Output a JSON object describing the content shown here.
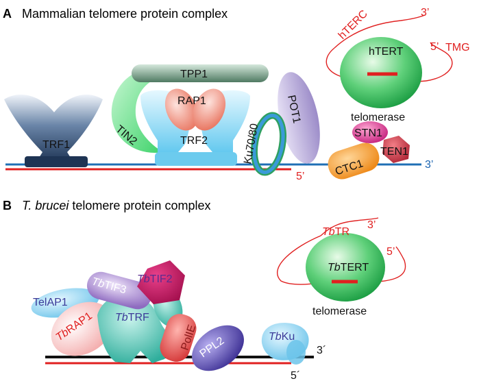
{
  "panel_a": {
    "letter": "A",
    "title": "Mammalian telomere protein complex",
    "proteins": {
      "trf1": "TRF1",
      "tin2": "TIN2",
      "tpp1": "TPP1",
      "rap1": "RAP1",
      "trf2": "TRF2",
      "ku": "Ku70/80",
      "pot1": "POT1",
      "stn1": "STN1",
      "ten1": "TEN1",
      "ctc1": "CTC1"
    },
    "telomerase": {
      "rna": "hTERC",
      "enzyme": "hTERT",
      "cap": "TMG",
      "label": "telomerase",
      "end3": "3’",
      "end5": "5’"
    },
    "dna": {
      "end3": "3’",
      "end5": "5’"
    }
  },
  "panel_b": {
    "letter": "B",
    "title_italic": "T. brucei",
    "title_rest": " telomere protein complex",
    "proteins": {
      "telap1": "TelAP1",
      "tif3_prefix": "Tb",
      "tif3": "TIF3",
      "tif2_prefix": "Tb",
      "tif2": "TIF2",
      "rap1_prefix": "Tb",
      "rap1": "RAP1",
      "trf_prefix": "Tb",
      "trf": "TRF",
      "polle": "PolIE",
      "ppl2": "PPL2",
      "ku_prefix": "Tb",
      "ku": "Ku"
    },
    "telomerase": {
      "rna_prefix": "Tb",
      "rna": "TR",
      "enzyme_prefix": "Tb",
      "enzyme": "TERT",
      "label": "telomerase",
      "end3": "3’",
      "end5": "5’"
    },
    "dna": {
      "end3": "3´",
      "end5": "5´"
    }
  },
  "colors": {
    "dna_blue": "#1f6fb5",
    "dna_red": "#e02020",
    "dna_black": "#111111",
    "telomerase_green": "#2fb85a",
    "trf1_navy": "#2e4a6e",
    "tin2_green": "#6fe08a",
    "tpp1_gray": "#5f8a74",
    "rap1_salmon": "#f08a78",
    "trf2_cyan": "#7fd3f0",
    "ku_blue": "#2f8fd0",
    "pot1_lavender": "#a99ad0",
    "stn1_magenta": "#d0308a",
    "ten1_red": "#c8404a",
    "ctc1_orange": "#f39a2a",
    "tif2_crimson": "#b8186a",
    "tif3_purple": "#9a78c8",
    "trf_teal": "#3fb8a8",
    "polle_red": "#e05050",
    "ppl2_indigo": "#4a3ca0",
    "tbku_skyblue": "#6ec6e6",
    "telap1_lightblue": "#8fd0f0",
    "tbrap1_pink": "#f5b0b0"
  }
}
